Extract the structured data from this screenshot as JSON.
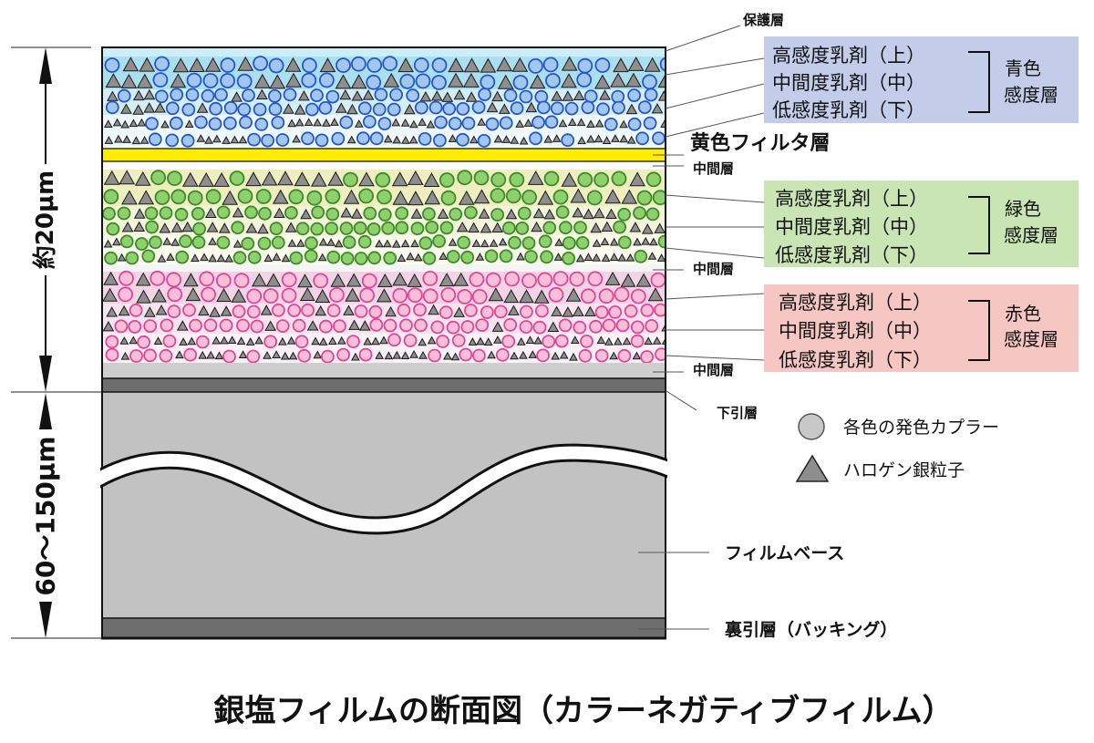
{
  "diagram": {
    "title": "銀塩フィルムの断面図（カラーネガティブフィルム）",
    "dimensions": {
      "emulsion_stack": "約20μm",
      "base_total": "60〜150μm"
    },
    "layer_labels": {
      "protective": "保護層",
      "yellow_filter": "黄色フィルタ層",
      "interlayers": [
        "中間層",
        "中間層",
        "中間層"
      ],
      "subbing": "下引層",
      "film_base": "フィルムベース",
      "backing": "裏引層（バッキング）"
    },
    "sensitive_groups": [
      {
        "label_lines": [
          "青色",
          "感度層"
        ],
        "emulsions": [
          "高感度乳剤（上）",
          "中間度乳剤（中）",
          "低感度乳剤（下）"
        ],
        "box_color": "#c3cdea",
        "coupler_fill": "#a3c6ef",
        "coupler_stroke": "#2458c8"
      },
      {
        "label_lines": [
          "緑色",
          "感度層"
        ],
        "emulsions": [
          "高感度乳剤（上）",
          "中間度乳剤（中）",
          "低感度乳剤（下）"
        ],
        "box_color": "#c8e5b3",
        "coupler_fill": "#8fd06e",
        "coupler_stroke": "#3c8b26"
      },
      {
        "label_lines": [
          "赤色",
          "感度層"
        ],
        "emulsions": [
          "高感度乳剤（上）",
          "中間度乳剤（中）",
          "低感度乳剤（下）"
        ],
        "box_color": "#f5c6c2",
        "coupler_fill": "#f7c0d8",
        "coupler_stroke": "#e2449a"
      }
    ],
    "legend": [
      {
        "symbol": "circle",
        "label": "各色の発色カプラー",
        "color": "#c8c8c8"
      },
      {
        "symbol": "triangle",
        "label": "ハロゲン銀粒子",
        "color": "#8e8e8e"
      }
    ],
    "colors": {
      "yellow_filter": "#ffec00"
    }
  }
}
